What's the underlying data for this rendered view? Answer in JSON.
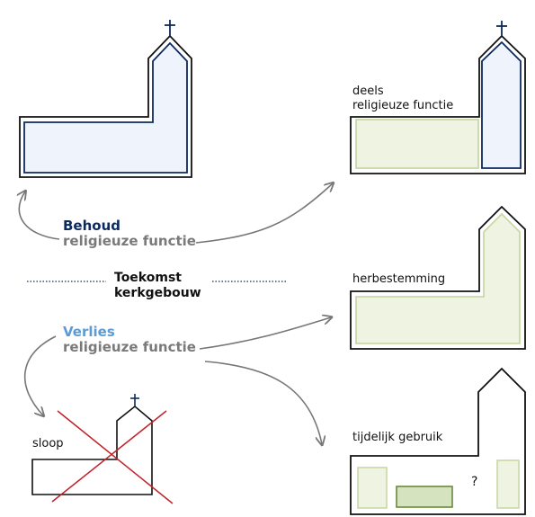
{
  "colors": {
    "navy": "#0d2a5e",
    "light_blue": "#5b9bd5",
    "gray": "#7a7a7a",
    "church_fill": "#eef3fc",
    "green_fill": "#eef3e2",
    "green_stroke": "#c9d8a6",
    "green_dark_fill": "#d6e3bf",
    "green_dark_stroke": "#6b8a3a",
    "cross_red": "#c0222b",
    "arrow": "#777777"
  },
  "center": {
    "title_line1": "Toekomst",
    "title_line2": "kerkgebouw"
  },
  "behoud": {
    "word": "Behoud",
    "sub": "religieuze functie"
  },
  "verlies": {
    "word": "Verlies",
    "sub": "religieuze functie"
  },
  "outcomes": {
    "deels_line1": "deels",
    "deels_line2": "religieuze functie",
    "herbestemming": "herbestemming",
    "tijdelijk": "tijdelijk gebruik",
    "sloop": "sloop",
    "question_mark": "?"
  }
}
